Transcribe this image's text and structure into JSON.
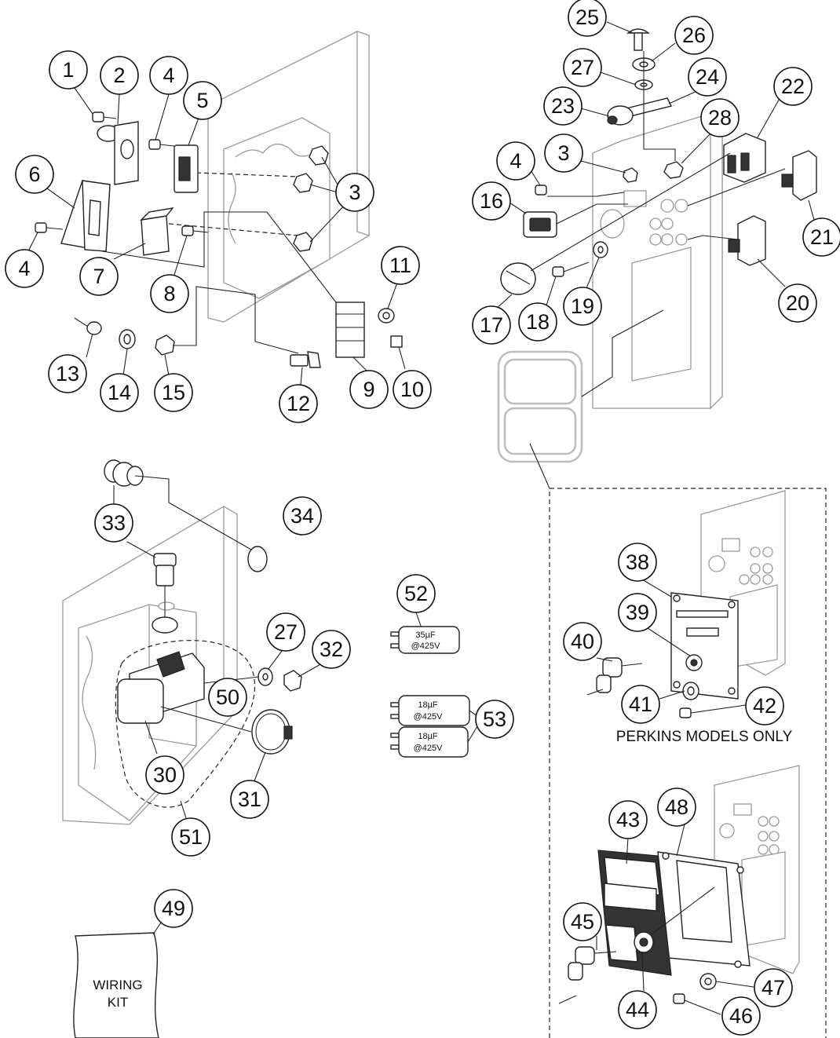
{
  "diagram": {
    "note_perkins": "PERKINS MODELS ONLY",
    "wiring_kit": {
      "line1": "WIRING",
      "line2": "KIT"
    },
    "cap_52": {
      "value": "35µF",
      "rating": "@425V"
    },
    "cap_53a": {
      "value": "18µF",
      "rating": "@425V"
    },
    "cap_53b": {
      "value": "18µF",
      "rating": "@425V"
    },
    "callouts": [
      "1",
      "2",
      "3",
      "4",
      "5",
      "6",
      "7",
      "8",
      "9",
      "10",
      "11",
      "12",
      "13",
      "14",
      "15",
      "16",
      "17",
      "18",
      "19",
      "20",
      "21",
      "22",
      "23",
      "24",
      "25",
      "26",
      "27",
      "28",
      "30",
      "31",
      "32",
      "33",
      "34",
      "38",
      "39",
      "40",
      "41",
      "42",
      "43",
      "44",
      "45",
      "46",
      "47",
      "48",
      "49",
      "50",
      "51",
      "52",
      "53"
    ]
  }
}
